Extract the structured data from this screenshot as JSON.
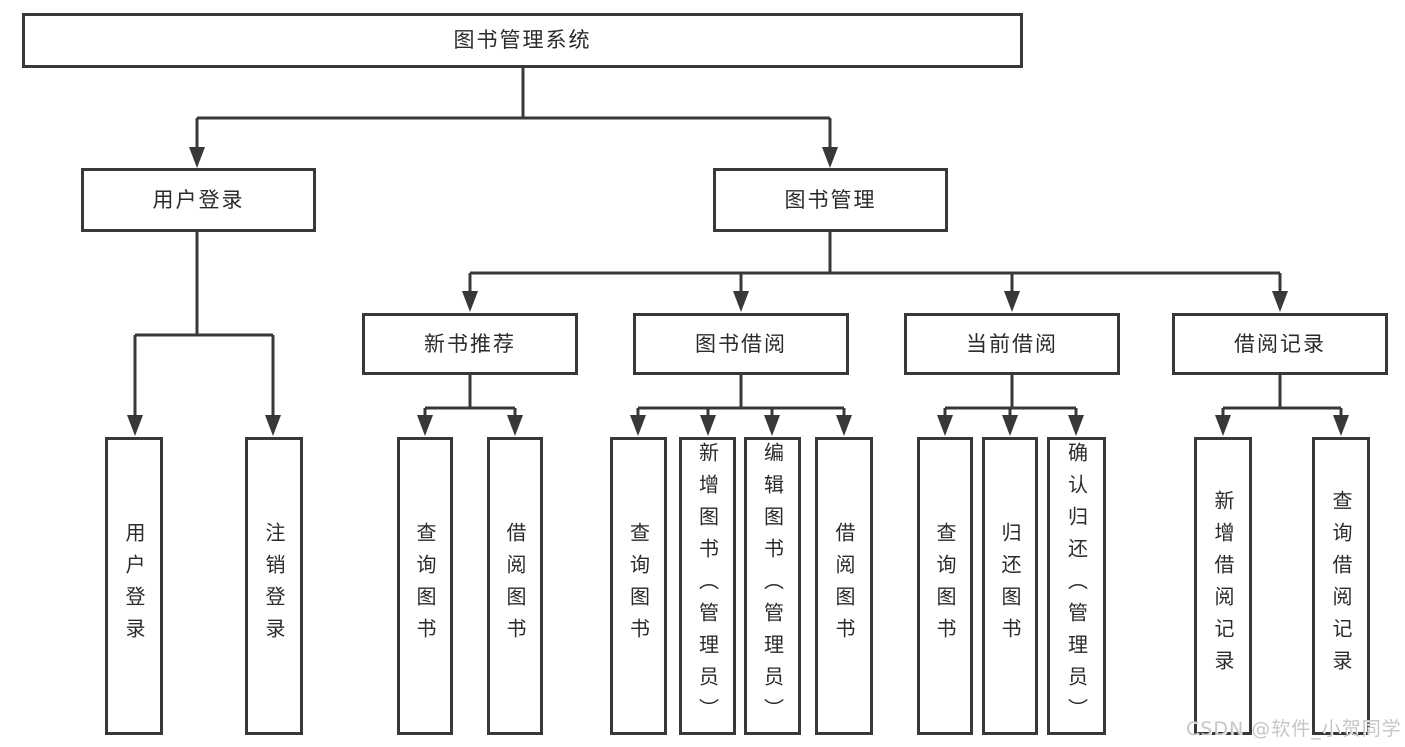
{
  "diagram": {
    "type": "hierarchy-tree",
    "colors": {
      "line": "#383838",
      "box_border": "#383838",
      "box_fill": "#ffffff",
      "text": "#2b2b2b",
      "background": "#ffffff",
      "watermark": "#c6c6c6"
    },
    "tree": {
      "label": "图书管理系统",
      "children": [
        {
          "label": "用户登录",
          "children": [
            {
              "label": "用户登录"
            },
            {
              "label": "注销登录"
            }
          ]
        },
        {
          "label": "图书管理",
          "children": [
            {
              "label": "新书推荐",
              "children": [
                {
                  "label": "查询图书"
                },
                {
                  "label": "借阅图书"
                }
              ]
            },
            {
              "label": "图书借阅",
              "children": [
                {
                  "label": "查询图书"
                },
                {
                  "label": "新增图书（管理员）"
                },
                {
                  "label": "编辑图书（管理员）"
                },
                {
                  "label": "借阅图书"
                }
              ]
            },
            {
              "label": "当前借阅",
              "children": [
                {
                  "label": "查询图书"
                },
                {
                  "label": "归还图书"
                },
                {
                  "label": "确认归还（管理员）"
                }
              ]
            },
            {
              "label": "借阅记录",
              "children": [
                {
                  "label": "新增借阅记录"
                },
                {
                  "label": "查询借阅记录"
                }
              ]
            }
          ]
        }
      ]
    },
    "watermark": {
      "text": "CSDN @软件_小贺同学"
    }
  }
}
